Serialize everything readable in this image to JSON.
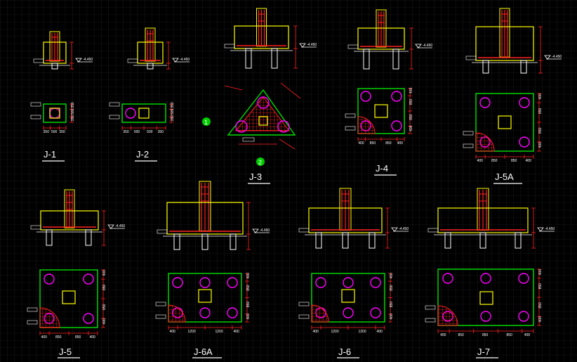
{
  "colors": {
    "background": "#000000",
    "grid": "#2a2a2a",
    "concrete": "#ffff00",
    "rebar": "#ff2020",
    "pile": "#ffffff",
    "plan_outline": "#00e000",
    "dimension": "#ff2020",
    "pile_circle": "#ff00ff",
    "label": "#ffffff",
    "axis_marker": "#00cc00"
  },
  "detail_labels": {
    "j1": "J-1",
    "j2": "J-2",
    "j3": "J-3",
    "j4": "J-4",
    "j5a": "J-5A",
    "j5": "J-5",
    "j6a": "J-6A",
    "j6": "J-6",
    "j7": "J-7"
  },
  "elevation_tag": "-4.450",
  "axis_markers": [
    "1",
    "2"
  ],
  "plan_dims": {
    "j1": [
      "350",
      "500",
      "350"
    ],
    "j2": [
      "350",
      "500",
      "500",
      "350"
    ],
    "j4": [
      "400",
      "850",
      "850",
      "400"
    ],
    "j5a": [
      "400",
      "850",
      "850",
      "400"
    ],
    "j5": [
      "400",
      "850",
      "850",
      "400"
    ],
    "j6a": [
      "400",
      "1200",
      "1200",
      "400"
    ],
    "j6": [
      "400",
      "1200",
      "1200",
      "400"
    ],
    "j7": [
      "400",
      "850",
      "850",
      "850",
      "400"
    ]
  }
}
